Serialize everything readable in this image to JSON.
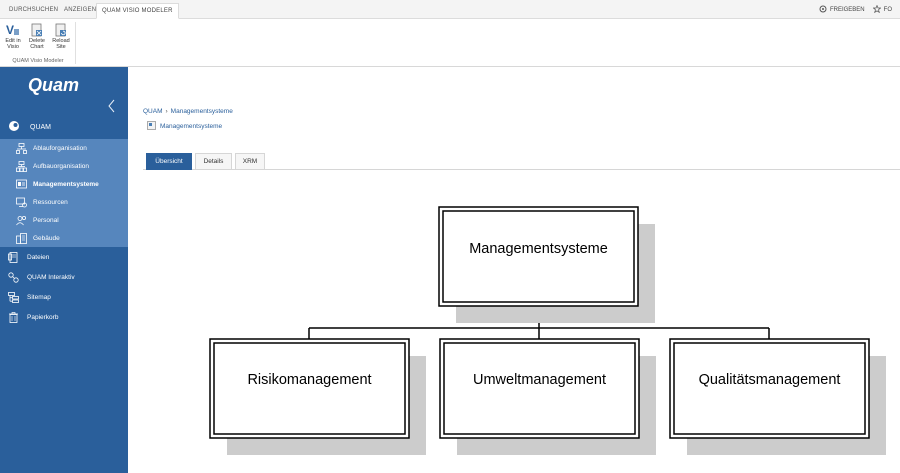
{
  "topbar": {
    "tabs": [
      "DURCHSUCHEN",
      "ANZEIGEN",
      "QUAM VISIO MODELER"
    ],
    "share_label": "FREIGEBEN",
    "follow_label": "FO"
  },
  "ribbon": {
    "buttons": [
      {
        "label1": "Edit in",
        "label2": "Visio",
        "icon": "visio-icon"
      },
      {
        "label1": "Delete",
        "label2": "Chart",
        "icon": "delete-chart-icon"
      },
      {
        "label1": "Reload",
        "label2": "Site",
        "icon": "reload-site-icon"
      }
    ],
    "group_label": "QUAM Visio Modeler"
  },
  "sidebar": {
    "logo": "Quam",
    "root": "QUAM",
    "sub_items": [
      {
        "label": "Ablauforganisation",
        "icon": "process-icon"
      },
      {
        "label": "Aufbauorganisation",
        "icon": "org-chart-icon"
      },
      {
        "label": "Managementsysteme",
        "icon": "management-icon",
        "active": true
      },
      {
        "label": "Ressourcen",
        "icon": "resources-icon"
      },
      {
        "label": "Personal",
        "icon": "people-icon"
      },
      {
        "label": "Gebäude",
        "icon": "building-icon"
      }
    ],
    "items": [
      {
        "label": "Dateien",
        "icon": "files-icon"
      },
      {
        "label": "QUAM Interaktiv",
        "icon": "interactive-icon"
      },
      {
        "label": "Sitemap",
        "icon": "sitemap-icon"
      },
      {
        "label": "Papierkorb",
        "icon": "trash-icon"
      }
    ]
  },
  "breadcrumb": {
    "root": "QUAM",
    "current": "Managementsysteme",
    "page": "Managementsysteme"
  },
  "tabs": [
    "Übersicht",
    "Details",
    "XRM"
  ],
  "org_chart": {
    "root": "Managementsysteme",
    "children": [
      "Risikomanagement",
      "Umweltmanagement",
      "Qualitätsmanagement"
    ]
  },
  "colors": {
    "sidebar": "#2a5f9b",
    "sidebar_sub": "#5686bd",
    "accent": "#2a5f9b",
    "shadow": "#cccccc"
  }
}
